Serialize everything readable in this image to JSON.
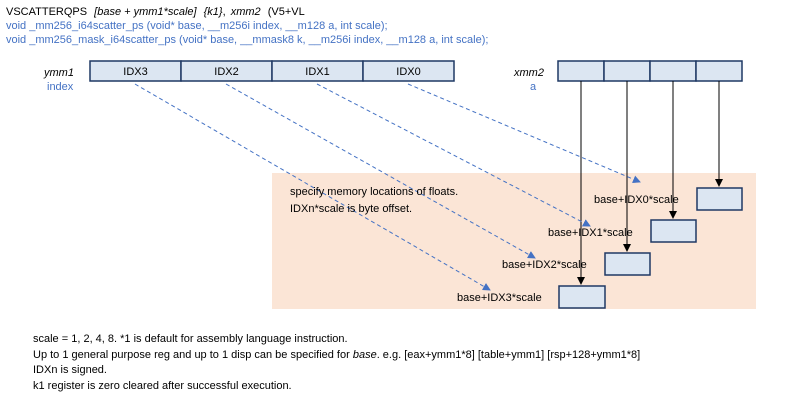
{
  "header": {
    "instruction_name": "VSCATTERQPS",
    "operand_base": "[base + ymm1*scale]",
    "operand_mask": "{k1}",
    "operand_src": "xmm2",
    "isa": "(V5+VL",
    "intrinsic_1": "void _mm256_i64scatter_ps (void* base, __m256i index, __m128 a, int scale);",
    "intrinsic_2": "void _mm256_mask_i64scatter_ps (void* base, __mmask8 k, __m256i index, __m128 a, int scale);"
  },
  "index_register": {
    "name": "ymm1",
    "role": "index",
    "cells": [
      "IDX3",
      "IDX2",
      "IDX1",
      "IDX0"
    ]
  },
  "source_register": {
    "name": "xmm2",
    "role": "a"
  },
  "memory": {
    "note_1": "specify memory locations of floats.",
    "note_2": "IDXn*scale is byte offset.",
    "locations": [
      "base+IDX0*scale",
      "base+IDX1*scale",
      "base+IDX2*scale",
      "base+IDX3*scale"
    ]
  },
  "footer": {
    "line_1": "scale = 1, 2, 4, 8.   *1  is default for assembly language instruction.",
    "line_2_prefix": "Up to 1 general purpose reg and up to 1 disp can be specified for ",
    "line_2_italic": "base",
    "line_2_suffix": ".  e.g.  [eax+ymm1*8]    [table+ymm1]    [rsp+128+ymm1*8]",
    "line_3": "IDXn is signed.",
    "line_4": "k1 register is zero cleared after successful execution."
  },
  "colors": {
    "register_fill": "#dce6f2",
    "register_stroke": "#1f3864",
    "memory_area": "#fbe5d6",
    "arrow_blue": "#4472c4",
    "text_blue": "#4472c4"
  }
}
